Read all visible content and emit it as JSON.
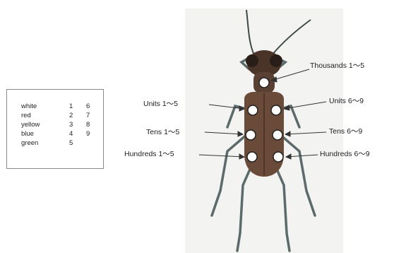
{
  "legend": {
    "rows": [
      {
        "color": "white",
        "n1": "1",
        "n2": "6"
      },
      {
        "color": "red",
        "n1": "2",
        "n2": "7"
      },
      {
        "color": "yellow",
        "n1": "3",
        "n2": "8"
      },
      {
        "color": "blue",
        "n1": "4",
        "n2": "9"
      },
      {
        "color": "green",
        "n1": "5",
        "n2": ""
      }
    ]
  },
  "labels": {
    "thousands": "Thousands  1～5",
    "units_left": "Units  1～5",
    "units_right": "Units  6～9",
    "tens_left": "Tens  1～5",
    "tens_right": "Tens  6～9",
    "hundreds_left": "Hundreds  1～5",
    "hundreds_right": "Hundreds  6～9"
  },
  "colors": {
    "beetle_body": "#6a4a38",
    "beetle_dark": "#3a2a22",
    "legs": "#5b6a6a",
    "dot": "#ffffff"
  }
}
